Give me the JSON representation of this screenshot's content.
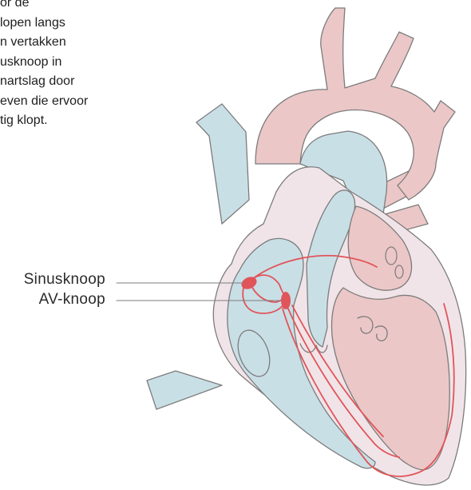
{
  "intro_lines": [
    "or de",
    "lopen langs",
    "n vertakken",
    "usknoop in",
    "nartslag door",
    "even die ervoor",
    "tig klopt."
  ],
  "labels": {
    "sinusknoop": "Sinusknoop",
    "av_knoop": "AV-knoop"
  },
  "colors": {
    "blood_blue": "#c9dfe6",
    "blood_pink": "#ecc7c7",
    "wall": "#f1e4e8",
    "outline": "#7c7c7c",
    "conduction": "#e0555a",
    "text": "#2a2a2a"
  }
}
